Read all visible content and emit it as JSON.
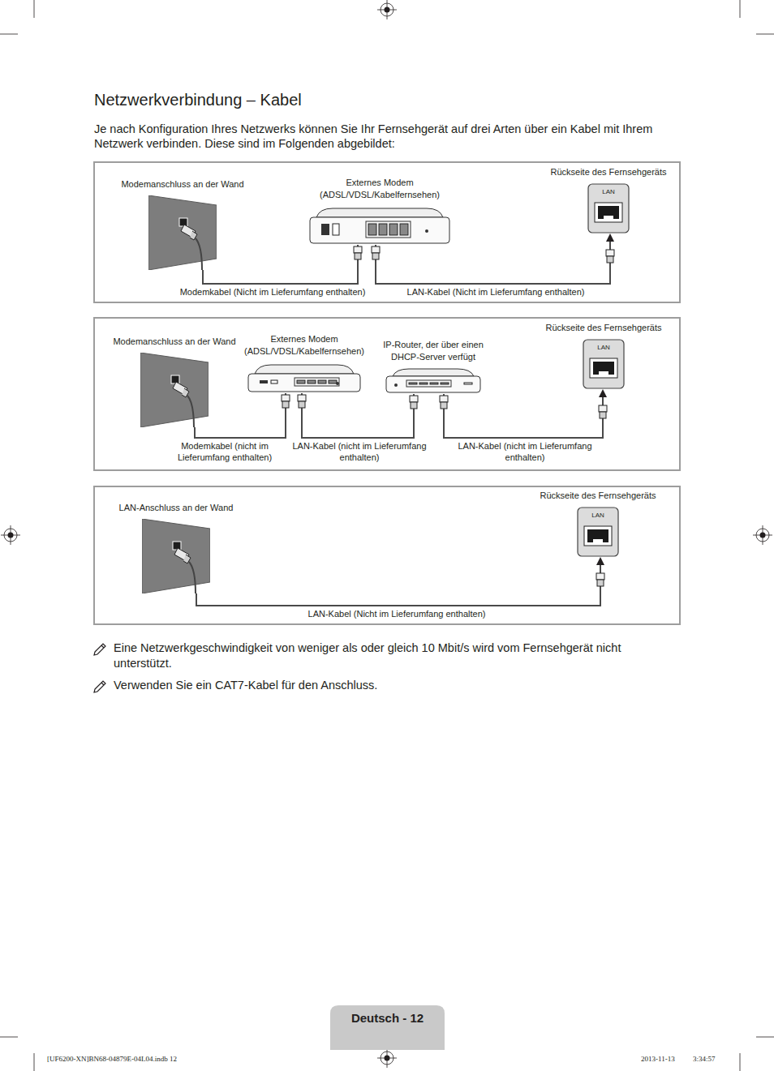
{
  "diagram": {
    "title": "Netzwerkverbindung – Kabel",
    "nodes": [
      {
        "text": [
          "Modemanschluss an der Wand"
        ]
      },
      {
        "text": [
          "Externes Modem (ADSL/VDSL/Kabelfernsehen)"
        ]
      },
      {
        "text": [
          "Rückseite des Fernsehgeräts",
          "LAN"
        ]
      },
      {
        "text": [
          "Modemanschluss an der Wand"
        ]
      },
      {
        "text": [
          "Externes Modem (ADSL/VDSL/Kabelfernsehen)"
        ]
      },
      {
        "text": [
          "IP-Router, der über einen DHCP-Server verfügt"
        ]
      },
      {
        "text": [
          "Rückseite des Fernsehgeräts",
          "LAN"
        ]
      },
      {
        "text": [
          "LAN-Anschluss an der Wand"
        ]
      },
      {
        "text": [
          "Rückseite des Fernsehgeräts",
          "LAN"
        ]
      }
    ],
    "edges": [
      {
        "from": 0,
        "to": 1,
        "arrow": "none",
        "label": "Modemkabel (Nicht im Lieferumfang enthalten)"
      },
      {
        "from": 1,
        "to": 2,
        "arrow": "to",
        "label": "LAN-Kabel (Nicht im Lieferumfang enthalten)"
      },
      {
        "from": 3,
        "to": 4,
        "arrow": "none",
        "label": "Modemkabel (nicht im Lieferumfang enthalten)"
      },
      {
        "from": 4,
        "to": 5,
        "arrow": "none",
        "label": "LAN-Kabel (nicht im Lieferumfang enthalten)"
      },
      {
        "from": 5,
        "to": 6,
        "arrow": "to",
        "label": "LAN-Kabel (nicht im Lieferumfang enthalten)"
      },
      {
        "from": 7,
        "to": 8,
        "arrow": "to",
        "label": "LAN-Kabel (Nicht im Lieferumfang enthalten)"
      }
    ],
    "labels": [
      "Je nach Konfiguration Ihres Netzwerks können Sie Ihr Fernsehgerät auf drei Arten über ein Kabel mit Ihrem Netzwerk verbinden. Diese sind im Folgenden abgebildet:",
      "Eine Netzwerkgeschwindigkeit von weniger als oder gleich 10 Mbit/s wird vom Fernsehgerät nicht unterstützt.",
      "Verwenden Sie ein CAT7-Kabel für den Anschluss.",
      "Deutsch - 12",
      "[UF6200-XN]BN68-04879E-04L04.indb 12",
      "2013-11-13",
      "3:34:57"
    ]
  }
}
